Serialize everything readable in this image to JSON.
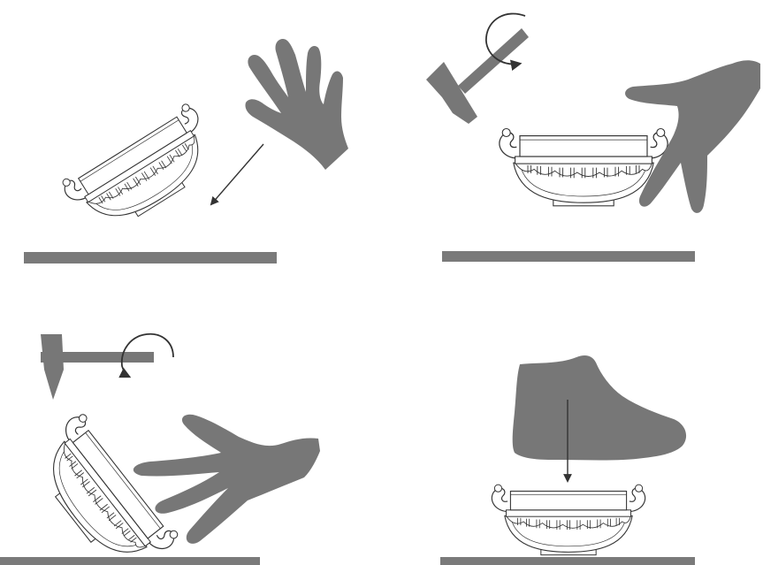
{
  "colors": {
    "silhouette": "#777777",
    "ground": "#7a7a7a",
    "line": "#333333",
    "bowl_fill": "#ffffff",
    "band_fill": "#9a9a9a"
  },
  "panels": [
    {
      "id": "hand-pushes-tilted-bowl",
      "icons": [
        "hand-icon",
        "arrow-icon",
        "bowl-icon",
        "ground-bar"
      ]
    },
    {
      "id": "hammer-strikes-bowl-held-by-hand",
      "icons": [
        "hammer-icon",
        "rotation-arrow-icon",
        "hand-icon",
        "bowl-icon",
        "ground-bar"
      ]
    },
    {
      "id": "hammer-and-hand-on-tipped-bowl",
      "icons": [
        "hammer-icon",
        "rotation-arrow-icon",
        "hand-icon",
        "bowl-icon",
        "ground-bar"
      ]
    },
    {
      "id": "shoe-steps-down-on-bowl",
      "icons": [
        "shoe-icon",
        "arrow-icon",
        "bowl-icon",
        "ground-bar"
      ]
    }
  ]
}
